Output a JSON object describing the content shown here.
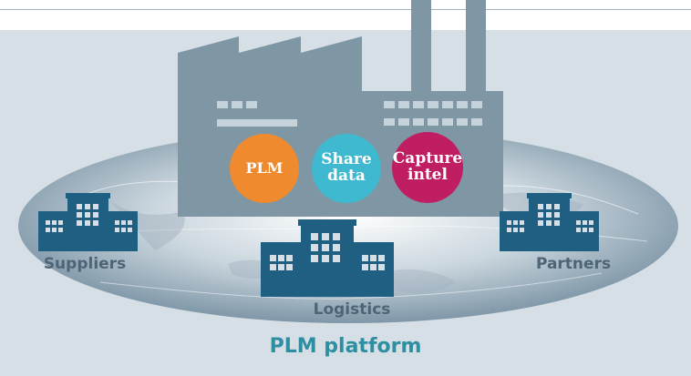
{
  "diagram": {
    "bubbles": {
      "plm": "PLM",
      "share_line1": "Share",
      "share_line2": "data",
      "capture_line1": "Capture",
      "capture_line2": "intel"
    },
    "labels": {
      "suppliers": "Suppliers",
      "partners": "Partners",
      "logistics": "Logistics",
      "platform": "PLM platform"
    }
  },
  "colors": {
    "factory": "#7f97a5",
    "building": "#1f5f82",
    "plm_bubble": "#ef8a2e",
    "share_bubble": "#3fb9cf",
    "capture_bubble": "#bf1f62",
    "label_text": "#4e6577",
    "platform_text": "#2f8fa2"
  }
}
